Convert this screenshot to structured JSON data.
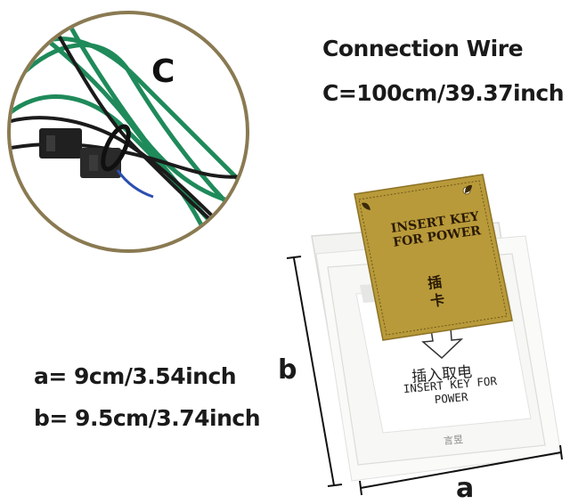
{
  "inset": {
    "label": "C"
  },
  "connection": {
    "title": "Connection Wire",
    "length": "C=100cm/39.37inch"
  },
  "dimensions": {
    "a_text": "a= 9cm/3.54inch",
    "b_text": "b= 9.5cm/3.74inch",
    "a_label": "a",
    "b_label": "b"
  },
  "card": {
    "line1": "INSERT KEY",
    "line2": "FOR POWER",
    "cn1": "插",
    "cn2": "卡"
  },
  "switch_plate": {
    "cn_text": "插入取电",
    "en_line1": "INSERT KEY FOR",
    "en_line2": "POWER",
    "brand": "言昱"
  },
  "colors": {
    "inset_border": "#8a7a52",
    "wire_green": "#1f8a5a",
    "wire_black": "#1b1b1b",
    "card_gold": "#b89a3a",
    "plate_white": "#f4f4f2"
  }
}
